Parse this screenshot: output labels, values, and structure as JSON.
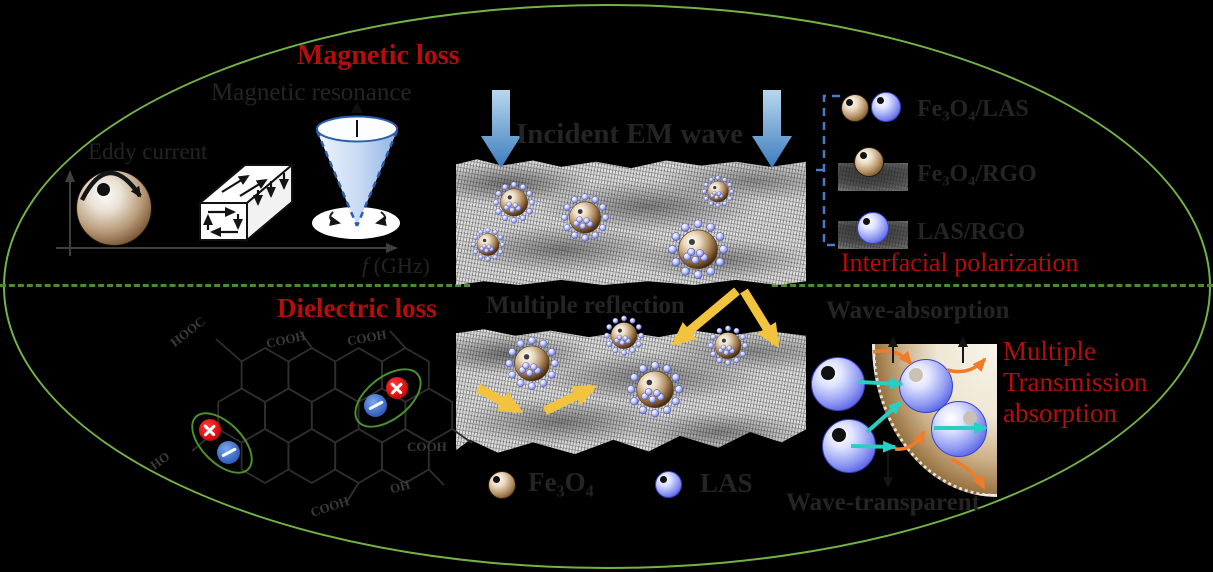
{
  "colors": {
    "background": "#000000",
    "accent_red": "#b50d0d",
    "ellipse_green": "#74b246",
    "divider_green": "#4a8c34",
    "bracket_blue": "#4a7cc8",
    "incident_arrow_blue": "#3c7cbe",
    "reflection_arrow_yellow": "#f2c33c",
    "transmission_arrow_cyan": "#27cfc2",
    "absorption_arrow_orange": "#ee7c28",
    "cone_blue": "#2b5fad"
  },
  "top_left": {
    "title": "Magnetic loss",
    "resonance": "Magnetic resonance",
    "eddy": "Eddy current",
    "axis_symbol": "f",
    "axis_unit": "(GHz)"
  },
  "center": {
    "incident": "Incident EM wave",
    "reflection": "Multiple reflection"
  },
  "legend_right": {
    "items": [
      "Fe₃O₄/LAS",
      "Fe₃O₄/RGO",
      "LAS/RGO"
    ],
    "caption": "Interfacial polarization"
  },
  "bottom_left": {
    "title": "Dielectric loss",
    "molecule_labels": [
      "HOOC",
      "COOH",
      "COOH",
      "HO",
      "COOH",
      "OH",
      "COOH"
    ]
  },
  "legend_bottom": {
    "fe3o4": "Fe₃O₄",
    "las": "LAS"
  },
  "bottom_right": {
    "absorption": "Wave-absorption",
    "transparent": "Wave-transparent",
    "caption_lines": [
      "Multiple",
      "Transmission",
      "absorption"
    ]
  }
}
